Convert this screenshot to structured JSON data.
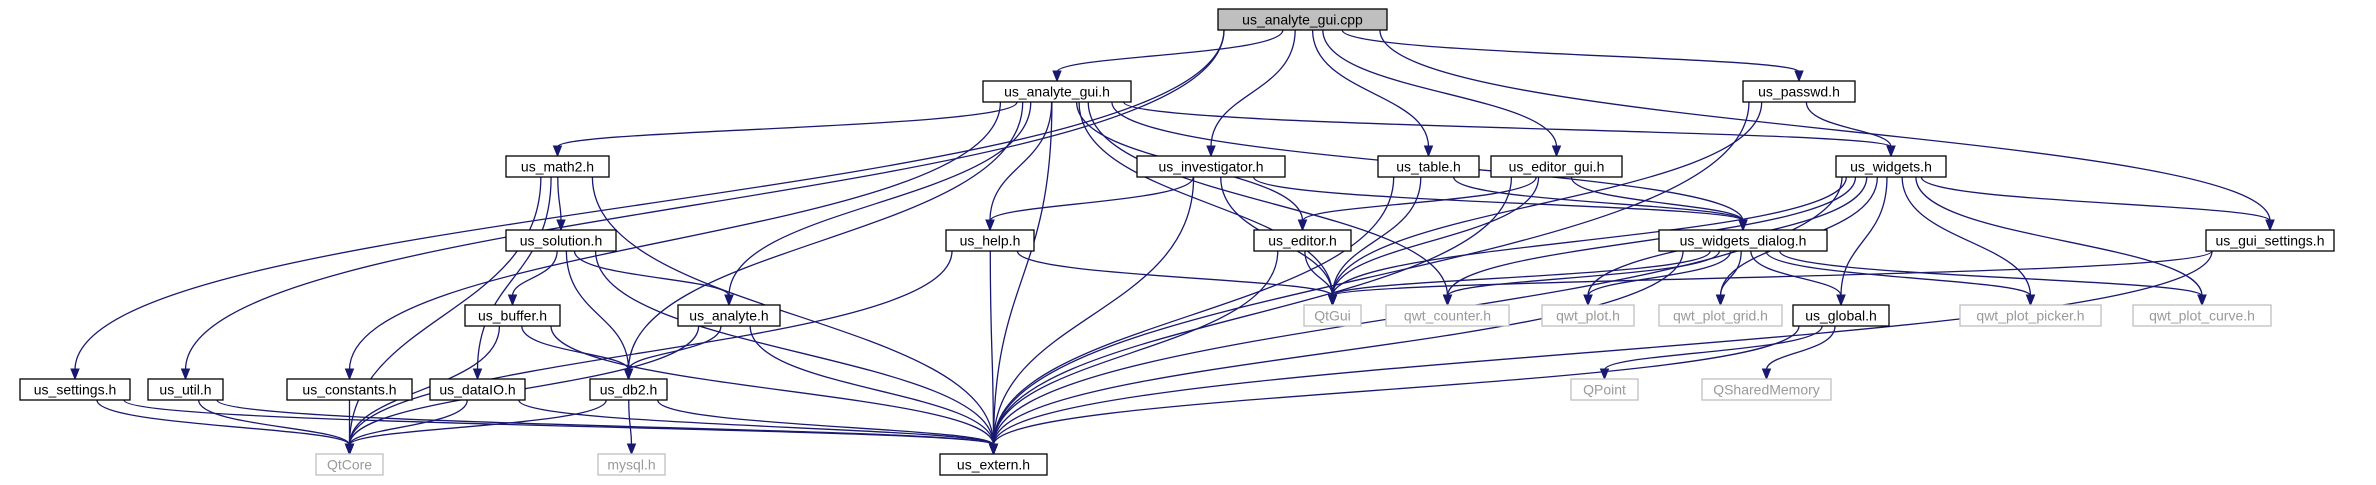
{
  "title": "us_analyte_gui.cpp",
  "colors": {
    "edge": "#191970",
    "root_fill": "#bfbfbf",
    "node_border": "#000000",
    "external_border": "#bfbfbf",
    "external_text": "#9a9a9a"
  },
  "nodes": {
    "root": {
      "label": "us_analyte_gui.cpp",
      "kind": "root"
    },
    "us_analyte_gui_h": {
      "label": "us_analyte_gui.h",
      "kind": "local"
    },
    "us_passwd_h": {
      "label": "us_passwd.h",
      "kind": "local"
    },
    "us_math2_h": {
      "label": "us_math2.h",
      "kind": "local"
    },
    "us_investigator_h": {
      "label": "us_investigator.h",
      "kind": "local"
    },
    "us_table_h": {
      "label": "us_table.h",
      "kind": "local"
    },
    "us_editor_gui_h": {
      "label": "us_editor_gui.h",
      "kind": "local"
    },
    "us_widgets_h": {
      "label": "us_widgets.h",
      "kind": "local"
    },
    "us_solution_h": {
      "label": "us_solution.h",
      "kind": "local"
    },
    "us_help_h": {
      "label": "us_help.h",
      "kind": "local"
    },
    "us_editor_h": {
      "label": "us_editor.h",
      "kind": "local"
    },
    "us_widgets_dialog_h": {
      "label": "us_widgets_dialog.h",
      "kind": "local"
    },
    "us_gui_settings_h": {
      "label": "us_gui_settings.h",
      "kind": "local"
    },
    "us_buffer_h": {
      "label": "us_buffer.h",
      "kind": "local"
    },
    "us_analyte_h": {
      "label": "us_analyte.h",
      "kind": "local"
    },
    "QtGui": {
      "label": "QtGui",
      "kind": "external"
    },
    "qwt_counter_h": {
      "label": "qwt_counter.h",
      "kind": "external"
    },
    "qwt_plot_h": {
      "label": "qwt_plot.h",
      "kind": "external"
    },
    "qwt_plot_grid_h": {
      "label": "qwt_plot_grid.h",
      "kind": "external"
    },
    "us_global_h": {
      "label": "us_global.h",
      "kind": "local"
    },
    "qwt_plot_picker_h": {
      "label": "qwt_plot_picker.h",
      "kind": "external"
    },
    "qwt_plot_curve_h": {
      "label": "qwt_plot_curve.h",
      "kind": "external"
    },
    "us_settings_h": {
      "label": "us_settings.h",
      "kind": "local"
    },
    "us_util_h": {
      "label": "us_util.h",
      "kind": "local"
    },
    "us_constants_h": {
      "label": "us_constants.h",
      "kind": "local"
    },
    "us_dataIO_h": {
      "label": "us_dataIO.h",
      "kind": "local"
    },
    "us_db2_h": {
      "label": "us_db2.h",
      "kind": "local"
    },
    "QPoint": {
      "label": "QPoint",
      "kind": "external"
    },
    "QSharedMemory": {
      "label": "QSharedMemory",
      "kind": "external"
    },
    "QtCore": {
      "label": "QtCore",
      "kind": "external"
    },
    "mysql_h": {
      "label": "mysql.h",
      "kind": "external"
    },
    "us_extern_h": {
      "label": "us_extern.h",
      "kind": "local"
    }
  },
  "edges": [
    [
      "root",
      "us_analyte_gui_h"
    ],
    [
      "root",
      "us_passwd_h"
    ],
    [
      "root",
      "us_investigator_h"
    ],
    [
      "root",
      "us_table_h"
    ],
    [
      "root",
      "us_editor_gui_h"
    ],
    [
      "root",
      "us_gui_settings_h"
    ],
    [
      "root",
      "us_settings_h"
    ],
    [
      "root",
      "us_util_h"
    ],
    [
      "us_analyte_gui_h",
      "us_math2_h"
    ],
    [
      "us_analyte_gui_h",
      "us_widgets_h"
    ],
    [
      "us_analyte_gui_h",
      "us_help_h"
    ],
    [
      "us_analyte_gui_h",
      "us_editor_h"
    ],
    [
      "us_analyte_gui_h",
      "us_widgets_dialog_h"
    ],
    [
      "us_analyte_gui_h",
      "us_analyte_h"
    ],
    [
      "us_analyte_gui_h",
      "QtGui"
    ],
    [
      "us_analyte_gui_h",
      "qwt_counter_h"
    ],
    [
      "us_analyte_gui_h",
      "us_constants_h"
    ],
    [
      "us_analyte_gui_h",
      "us_db2_h"
    ],
    [
      "us_analyte_gui_h",
      "us_extern_h"
    ],
    [
      "us_passwd_h",
      "us_widgets_h"
    ],
    [
      "us_passwd_h",
      "QtGui"
    ],
    [
      "us_passwd_h",
      "us_extern_h"
    ],
    [
      "us_math2_h",
      "us_solution_h"
    ],
    [
      "us_math2_h",
      "us_dataIO_h"
    ],
    [
      "us_math2_h",
      "QtCore"
    ],
    [
      "us_math2_h",
      "us_extern_h"
    ],
    [
      "us_investigator_h",
      "us_help_h"
    ],
    [
      "us_investigator_h",
      "us_widgets_dialog_h"
    ],
    [
      "us_investigator_h",
      "QtGui"
    ],
    [
      "us_investigator_h",
      "us_extern_h"
    ],
    [
      "us_table_h",
      "us_widgets_dialog_h"
    ],
    [
      "us_table_h",
      "QtGui"
    ],
    [
      "us_table_h",
      "us_extern_h"
    ],
    [
      "us_editor_gui_h",
      "us_editor_h"
    ],
    [
      "us_editor_gui_h",
      "us_widgets_dialog_h"
    ],
    [
      "us_editor_gui_h",
      "QtGui"
    ],
    [
      "us_editor_gui_h",
      "us_extern_h"
    ],
    [
      "us_widgets_h",
      "us_gui_settings_h"
    ],
    [
      "us_widgets_h",
      "QtGui"
    ],
    [
      "us_widgets_h",
      "qwt_counter_h"
    ],
    [
      "us_widgets_h",
      "qwt_plot_h"
    ],
    [
      "us_widgets_h",
      "qwt_plot_grid_h"
    ],
    [
      "us_widgets_h",
      "us_global_h"
    ],
    [
      "us_widgets_h",
      "qwt_plot_picker_h"
    ],
    [
      "us_widgets_h",
      "qwt_plot_curve_h"
    ],
    [
      "us_widgets_h",
      "us_extern_h"
    ],
    [
      "us_solution_h",
      "us_buffer_h"
    ],
    [
      "us_solution_h",
      "us_analyte_h"
    ],
    [
      "us_solution_h",
      "us_db2_h"
    ],
    [
      "us_solution_h",
      "us_extern_h"
    ],
    [
      "us_help_h",
      "QtGui"
    ],
    [
      "us_help_h",
      "QtCore"
    ],
    [
      "us_help_h",
      "us_extern_h"
    ],
    [
      "us_editor_h",
      "QtGui"
    ],
    [
      "us_editor_h",
      "us_extern_h"
    ],
    [
      "us_widgets_dialog_h",
      "QtGui"
    ],
    [
      "us_widgets_dialog_h",
      "qwt_counter_h"
    ],
    [
      "us_widgets_dialog_h",
      "qwt_plot_h"
    ],
    [
      "us_widgets_dialog_h",
      "qwt_plot_grid_h"
    ],
    [
      "us_widgets_dialog_h",
      "us_global_h"
    ],
    [
      "us_widgets_dialog_h",
      "qwt_plot_picker_h"
    ],
    [
      "us_widgets_dialog_h",
      "qwt_plot_curve_h"
    ],
    [
      "us_widgets_dialog_h",
      "us_extern_h"
    ],
    [
      "us_gui_settings_h",
      "QtGui"
    ],
    [
      "us_gui_settings_h",
      "us_extern_h"
    ],
    [
      "us_buffer_h",
      "us_db2_h"
    ],
    [
      "us_buffer_h",
      "QtCore"
    ],
    [
      "us_buffer_h",
      "us_extern_h"
    ],
    [
      "us_analyte_h",
      "us_db2_h"
    ],
    [
      "us_analyte_h",
      "QtCore"
    ],
    [
      "us_analyte_h",
      "us_extern_h"
    ],
    [
      "us_global_h",
      "QPoint"
    ],
    [
      "us_global_h",
      "QSharedMemory"
    ],
    [
      "us_global_h",
      "us_extern_h"
    ],
    [
      "us_settings_h",
      "QtCore"
    ],
    [
      "us_settings_h",
      "us_extern_h"
    ],
    [
      "us_util_h",
      "QtCore"
    ],
    [
      "us_util_h",
      "us_extern_h"
    ],
    [
      "us_constants_h",
      "QtCore"
    ],
    [
      "us_dataIO_h",
      "QtCore"
    ],
    [
      "us_dataIO_h",
      "us_extern_h"
    ],
    [
      "us_db2_h",
      "QtCore"
    ],
    [
      "us_db2_h",
      "mysql_h"
    ],
    [
      "us_db2_h",
      "us_extern_h"
    ]
  ]
}
